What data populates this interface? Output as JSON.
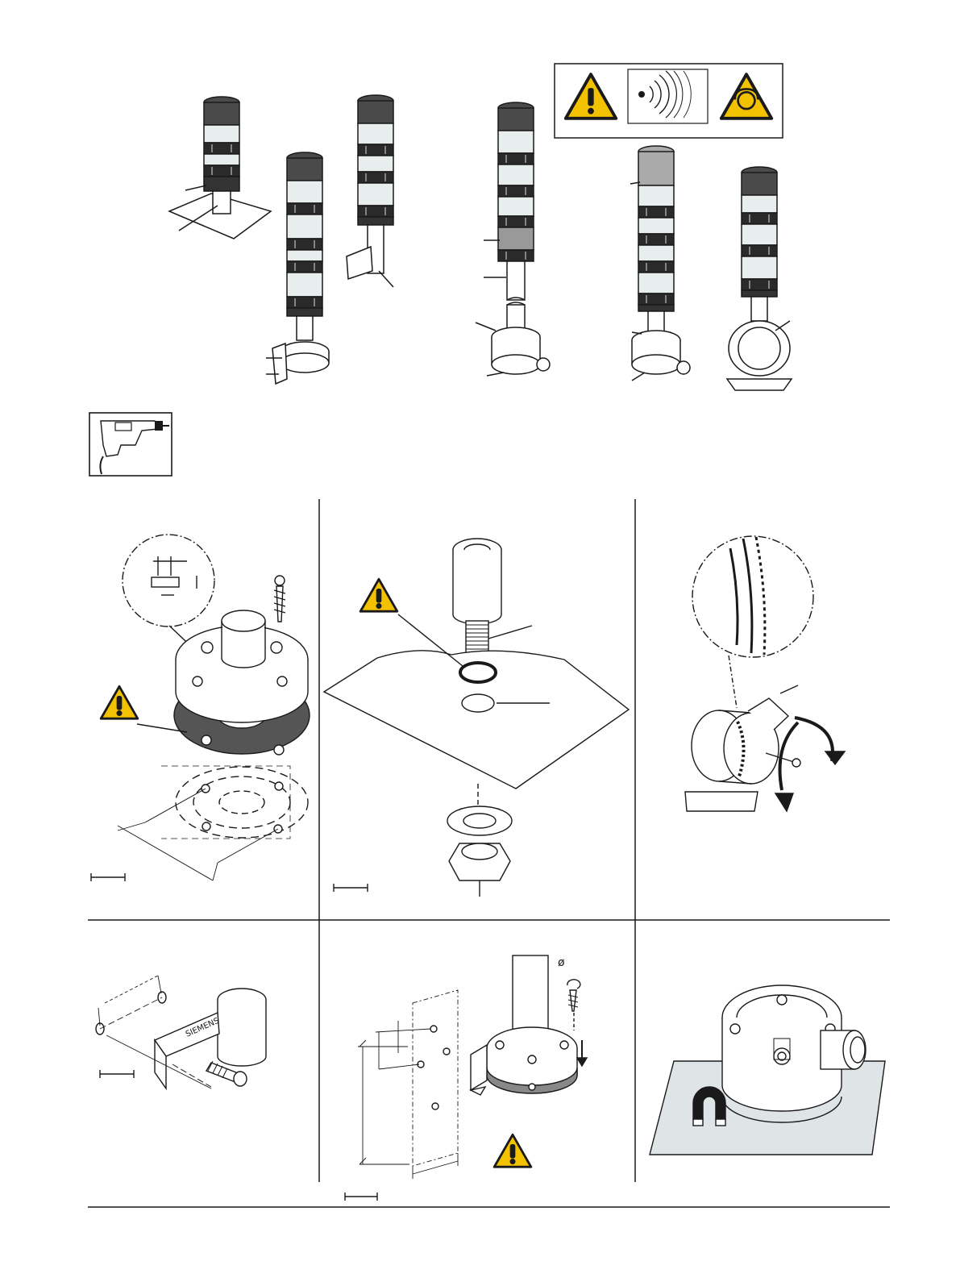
{
  "page": {
    "sections": [
      "signal-tower-variants",
      "drill-tool",
      "surface-flange-mounting",
      "thread-panel-mounting",
      "pivot-joint-adjustment",
      "bracket-mounting",
      "wall-bracket-mounting",
      "magnetic-base-mounting"
    ],
    "icons": [
      "warning-triangle-icon",
      "radio-waves-icon",
      "ear-protection-icon",
      "drill-icon",
      "magnet-icon"
    ],
    "colors": {
      "warning_yellow": "#f2c200",
      "line": "#1a1a1a",
      "tower_cap": "#4a4a4a",
      "tower_element": "#e8eeee",
      "tower_band": "#2a2a2a",
      "gasket": "#555555",
      "magnet_plate": "#dfe4e6"
    }
  },
  "wall_bracket": {
    "diameter_symbol": "ø"
  },
  "bracket": {
    "brand_text": "SIEMENS"
  }
}
